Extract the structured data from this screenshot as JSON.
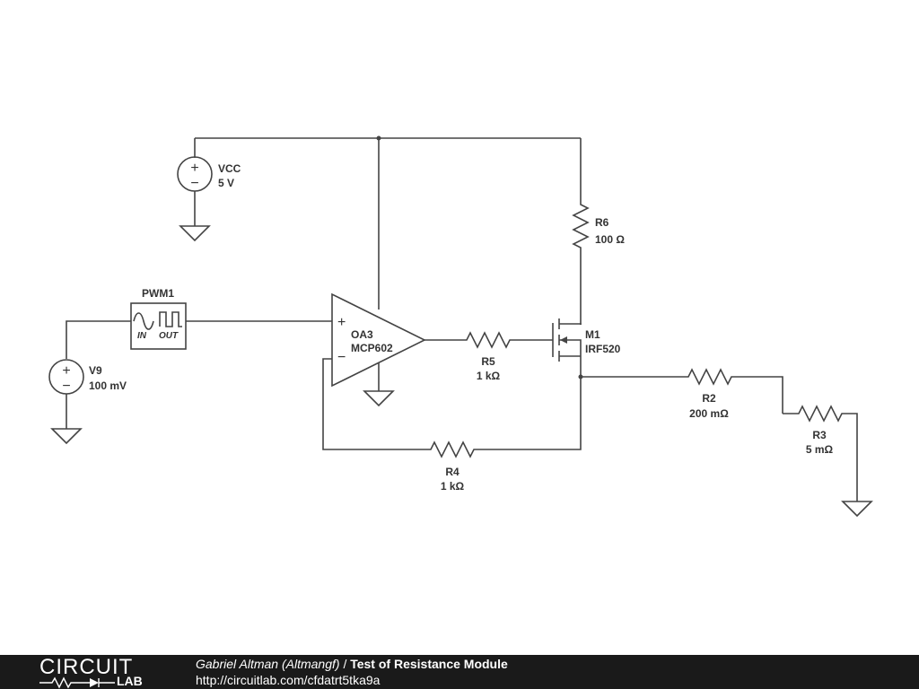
{
  "components": {
    "vcc": {
      "name": "VCC",
      "value": "5 V"
    },
    "v9": {
      "name": "V9",
      "value": "100 mV"
    },
    "pwm1": {
      "name": "PWM1",
      "in_label": "IN",
      "out_label": "OUT"
    },
    "oa3": {
      "name": "OA3",
      "part": "MCP602",
      "plus": "+",
      "minus": "−"
    },
    "r5": {
      "name": "R5",
      "value": "1 kΩ"
    },
    "r6": {
      "name": "R6",
      "value": "100 Ω"
    },
    "m1": {
      "name": "M1",
      "part": "IRF520"
    },
    "r2": {
      "name": "R2",
      "value": "200 mΩ"
    },
    "r3": {
      "name": "R3",
      "value": "5 mΩ"
    },
    "r4": {
      "name": "R4",
      "value": "1 kΩ"
    }
  },
  "footer": {
    "brand_circuit": "CIRCUIT",
    "brand_lab": "LAB",
    "author": "Gabriel Altman (Altmangf)",
    "separator": "/",
    "title": "Test of Resistance Module",
    "url": "http://circuitlab.com/cfdatrt5tka9a"
  },
  "colors": {
    "wire": "#444444",
    "footer_bg": "#1a1a1a",
    "text": "#333333"
  }
}
